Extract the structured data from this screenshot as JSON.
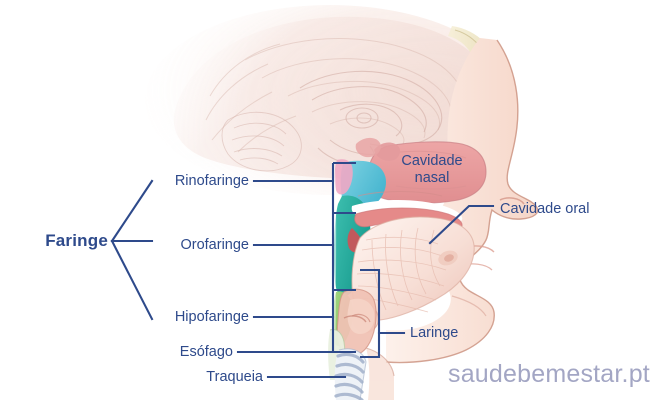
{
  "figure": {
    "title_label": "Faringe",
    "watermark": "saudebemestar.pt",
    "accent_color": "#2e4a8b",
    "background_color": "#ffffff"
  },
  "bracket_labels": [
    {
      "id": "rinofaringe",
      "text": "Rinofaringe"
    },
    {
      "id": "orofaringe",
      "text": "Orofaringe"
    },
    {
      "id": "hipofaringe",
      "text": "Hipofaringe"
    }
  ],
  "leader_labels": [
    {
      "id": "esofago",
      "text": "Esófago"
    },
    {
      "id": "traqueia",
      "text": "Traqueia"
    },
    {
      "id": "laringe",
      "text": "Laringe"
    }
  ],
  "inner_labels": [
    {
      "id": "cavidade-nasal",
      "line1": "Cavidade",
      "line2": "nasal",
      "color": "#3a3f7a"
    },
    {
      "id": "cavidade-oral",
      "text": "Cavidade oral",
      "color": "#2e4a8b"
    }
  ],
  "anatomy_colors": {
    "nasopharynx": "#5fc2d8",
    "oropharynx": "#23ab9c",
    "hypopharynx": "#8dc96b",
    "nasal_cavity": "#e79a9c",
    "soft_tissue": "#f2c9c2",
    "tongue": "#f7e3dc",
    "skull_bone": "#efe6c9",
    "brain_faded": "#f0dcd6",
    "trachea_ring": "#b9c3d6",
    "skin": "#fbe7df"
  }
}
